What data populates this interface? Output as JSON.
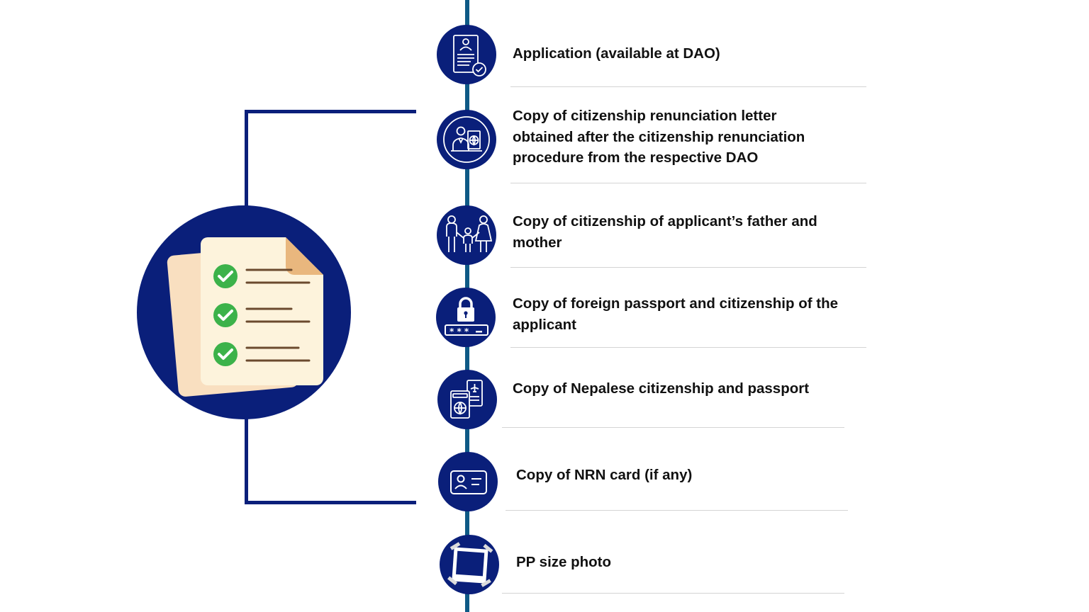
{
  "items": [
    {
      "label": "Application (available at DAO)",
      "icon": "application-form-icon"
    },
    {
      "label": "Copy of citizenship renunciation letter obtained after the citizenship renunciation procedure from the respective DAO",
      "icon": "citizen-id-globe-icon"
    },
    {
      "label": "Copy of citizenship of applicant’s father and mother",
      "icon": "family-icon"
    },
    {
      "label": "Copy of foreign passport and citizenship of the applicant",
      "icon": "lock-password-icon"
    },
    {
      "label": "Copy of Nepalese citizenship and passport",
      "icon": "passport-ticket-icon"
    },
    {
      "label": "Copy of NRN card (if any)",
      "icon": "id-card-icon"
    },
    {
      "label": "PP size photo",
      "icon": "photo-frame-icon"
    }
  ],
  "main_icon": "document-checklist-icon",
  "colors": {
    "navy": "#0a1f7a",
    "line": "#0f5a86",
    "check": "#3cb24a",
    "paper": "#fdf3dc",
    "paper_back": "#f9dfc0"
  }
}
